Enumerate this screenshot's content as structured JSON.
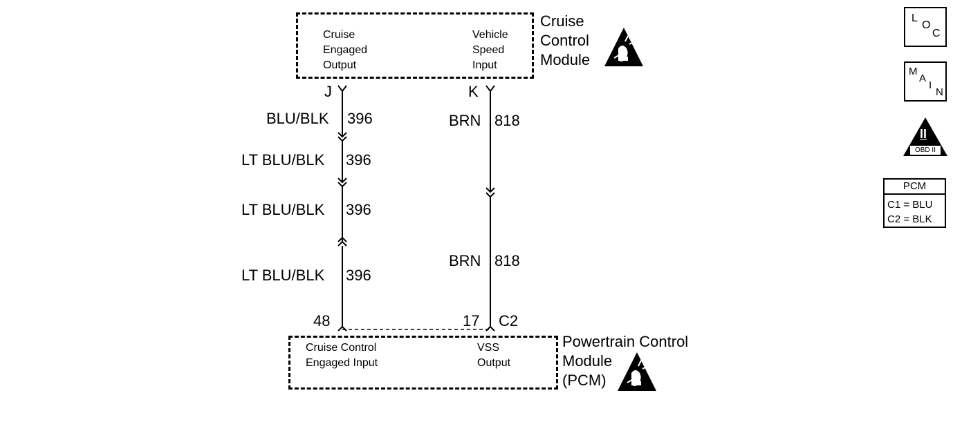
{
  "cruise_module": {
    "name_lines": [
      "Cruise",
      "Control",
      "Module"
    ],
    "left_pin_lines": [
      "Cruise",
      "Engaged",
      "Output"
    ],
    "right_pin_lines": [
      "Vehicle",
      "Speed",
      "Input"
    ]
  },
  "pcm_module": {
    "name_lines": [
      "Powertrain Control",
      "Module",
      "(PCM)"
    ],
    "left_pin_lines": [
      "Cruise Control",
      "Engaged Input"
    ],
    "right_pin_lines": [
      "VSS",
      "Output"
    ]
  },
  "terminals": {
    "j": "J",
    "k": "K",
    "pin48": "48",
    "pin17": "17",
    "connector": "C2"
  },
  "wires": {
    "left": [
      {
        "color": "BLU/BLK",
        "circuit": "396"
      },
      {
        "color": "LT BLU/BLK",
        "circuit": "396"
      },
      {
        "color": "LT BLU/BLK",
        "circuit": "396"
      },
      {
        "color": "LT BLU/BLK",
        "circuit": "396"
      }
    ],
    "right": [
      {
        "color": "BRN",
        "circuit": "818"
      },
      {
        "color": "BRN",
        "circuit": "818"
      }
    ]
  },
  "side_icons": {
    "loc": [
      "L",
      "O",
      "C"
    ],
    "main": [
      "M",
      "A",
      "I",
      "N"
    ],
    "obd": {
      "numeral": "II",
      "label": "OBD II"
    }
  },
  "pcm_legend": {
    "title": "PCM",
    "rows": [
      "C1 = BLU",
      "C2 = BLK"
    ]
  },
  "icons": [
    "esd-warning-icon",
    "loc-icon",
    "main-icon",
    "obd-ii-icon"
  ]
}
